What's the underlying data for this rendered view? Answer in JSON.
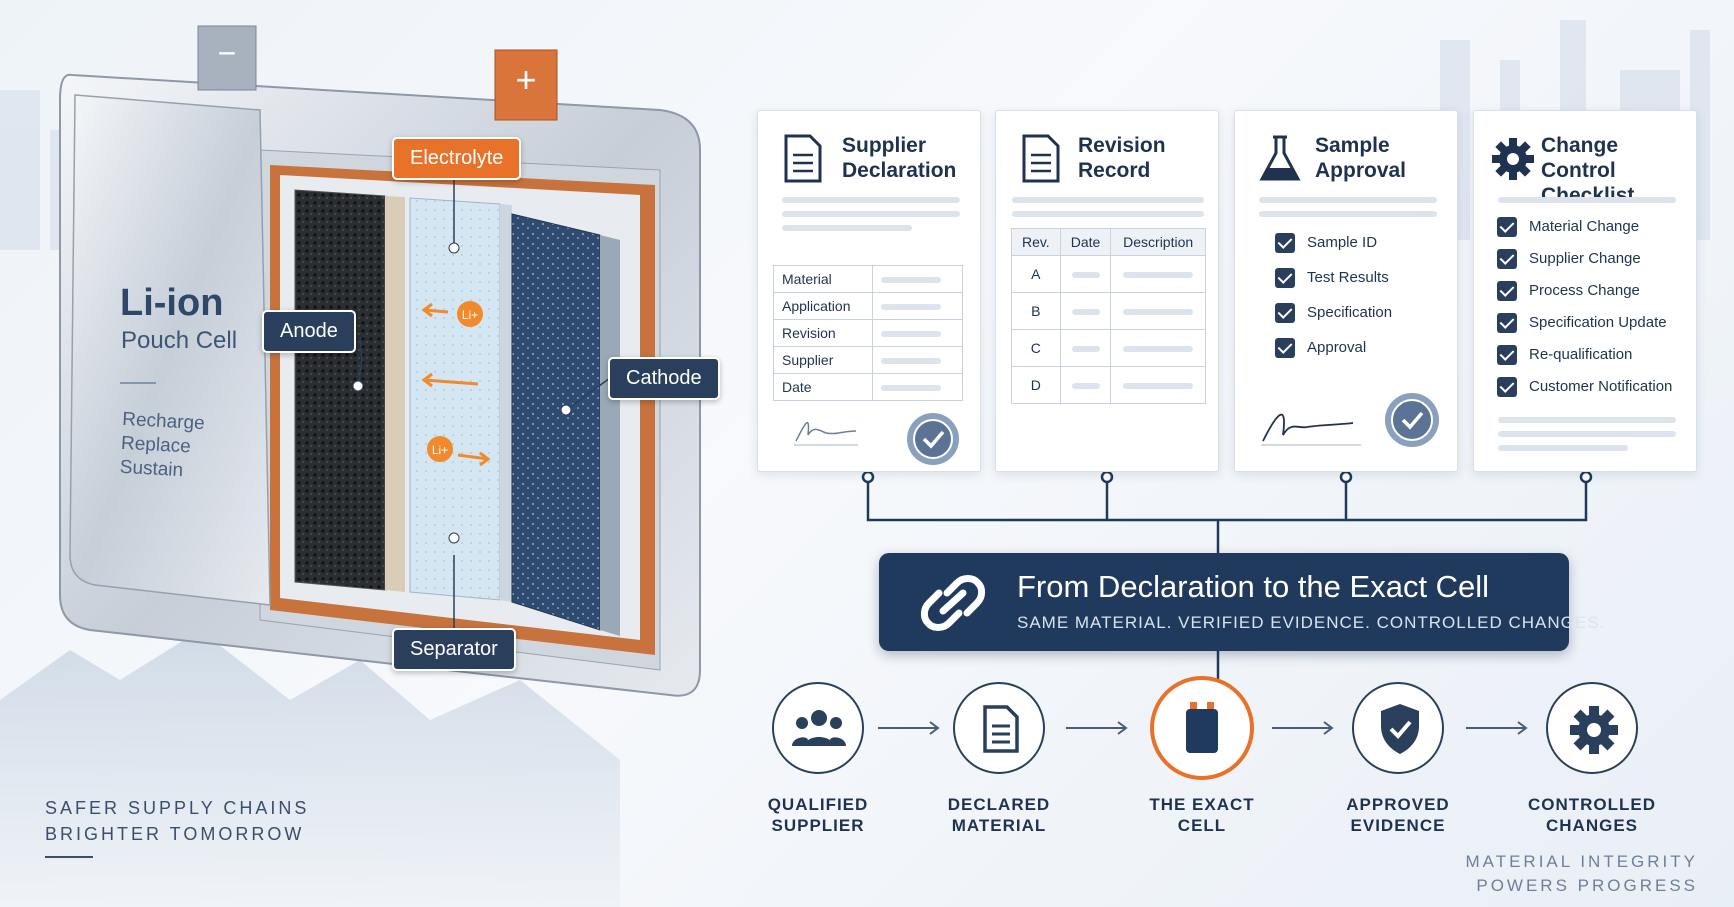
{
  "cell": {
    "title": "Li-ion",
    "subtitle": "Pouch Cell",
    "words": [
      "Recharge",
      "Replace",
      "Sustain"
    ],
    "terminal_negative": "−",
    "terminal_positive": "+",
    "ion_label": "Li+",
    "labels": {
      "electrolyte": "Electrolyte",
      "anode": "Anode",
      "cathode": "Cathode",
      "separator": "Separator"
    }
  },
  "tagline_left": [
    "SAFER SUPPLY CHAINS",
    "BRIGHTER TOMORROW"
  ],
  "tagline_right": [
    "MATERIAL INTEGRITY",
    "POWERS PROGRESS"
  ],
  "cards": {
    "supplier": {
      "title": "Supplier Declaration",
      "fields": [
        "Material",
        "Application",
        "Revision",
        "Supplier",
        "Date"
      ]
    },
    "revision": {
      "title": "Revision Record",
      "headers": [
        "Rev.",
        "Date",
        "Description"
      ],
      "rows": [
        "A",
        "B",
        "C",
        "D"
      ]
    },
    "sample": {
      "title": "Sample Approval",
      "items": [
        "Sample ID",
        "Test Results",
        "Specification",
        "Approval"
      ]
    },
    "change": {
      "title": "Change Control Checklist",
      "items": [
        "Material Change",
        "Supplier Change",
        "Process Change",
        "Specification Update",
        "Re-qualification",
        "Customer Notification"
      ]
    }
  },
  "banner": {
    "title": "From Declaration to the Exact Cell",
    "subtitle": "SAME MATERIAL. VERIFIED EVIDENCE. CONTROLLED CHANGES."
  },
  "steps": [
    {
      "line1": "QUALIFIED",
      "line2": "SUPPLIER",
      "icon": "people-icon"
    },
    {
      "line1": "DECLARED",
      "line2": "MATERIAL",
      "icon": "document-icon"
    },
    {
      "line1": "THE EXACT",
      "line2": "CELL",
      "icon": "battery-icon"
    },
    {
      "line1": "APPROVED",
      "line2": "EVIDENCE",
      "icon": "shield-check-icon"
    },
    {
      "line1": "CONTROLLED",
      "line2": "CHANGES",
      "icon": "gear-icon"
    }
  ],
  "colors": {
    "navy": "#1f3a5c",
    "accent": "#e8722a",
    "background": "#eef3f8"
  }
}
